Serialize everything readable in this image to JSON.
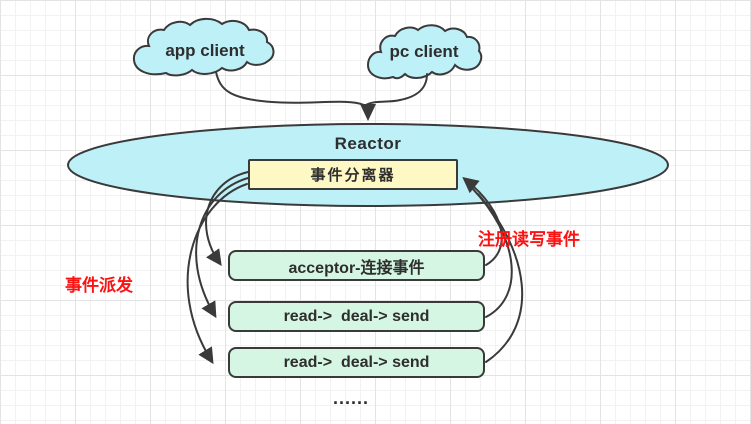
{
  "diagram": {
    "clouds": [
      {
        "label": "app client"
      },
      {
        "label": "pc client"
      }
    ],
    "reactor": {
      "label": "Reactor",
      "demultiplexer_label": "事件分离器"
    },
    "handlers": [
      {
        "label": "acceptor-连接事件"
      },
      {
        "label": "read->  deal-> send"
      },
      {
        "label": "read->  deal-> send"
      }
    ],
    "annotations": {
      "dispatch": "事件派发",
      "register": "注册读写事件",
      "more": "......"
    },
    "colors": {
      "cyan": "#bef0f8",
      "yellow": "#fdf8c4",
      "green": "#d4f6e2",
      "stroke": "#3a3a3a",
      "red": "#fb1212",
      "text": "#2e2e2e"
    }
  }
}
